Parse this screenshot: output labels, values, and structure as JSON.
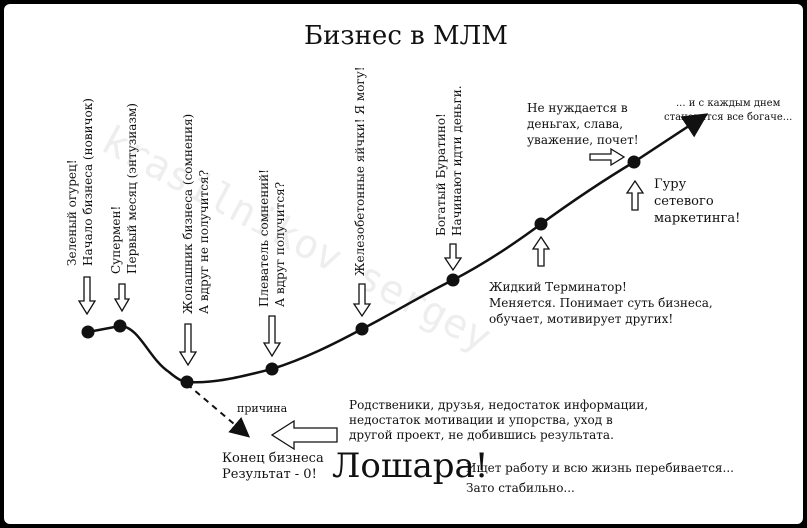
{
  "title": "Бизнес в МЛМ",
  "watermark": "krasilnikov sergey",
  "vertical_labels": [
    {
      "line1": "Зеленый огурец!",
      "line2": "Начало бизнеса (новичок)"
    },
    {
      "line1": "Супермен!",
      "line2": "Первый месяц (энтузиазм)"
    },
    {
      "line1": "Жопашник бизнеса (сомнения)",
      "line2": "А вдруг не получится?"
    },
    {
      "line1": "Плеватель сомнений!",
      "line2": "А вдруг получится?"
    },
    {
      "line1": "Железобетонные яйчки! Я могу!",
      "line2": ""
    },
    {
      "line1": "Богатый Буратино!",
      "line2": "Начинают идти деньги."
    }
  ],
  "terminator": [
    "Жидкий Терминатор!",
    "Меняется. Понимает суть бизнеса,",
    "обучает, мотивирует других!"
  ],
  "not_need": [
    "Не нуждается в",
    "деньгах, слава,",
    "уважение, почет!"
  ],
  "guru": [
    "Гуру",
    "сетевого",
    "маркетинга!"
  ],
  "richer": [
    "... и с каждым днем",
    "становится все богаче..."
  ],
  "reason_label": "причина",
  "reasons": [
    "Родственики, друзья, недостаток информации,",
    "недостаток мотивации и упорства, уход в",
    "другой проект, не добившись результата."
  ],
  "end": [
    "Конец бизнеса",
    "Результат - 0!"
  ],
  "loser": "Лошара!",
  "stable": [
    "Ищет работу и всю жизнь перебивается...",
    "Зато стабильно..."
  ]
}
